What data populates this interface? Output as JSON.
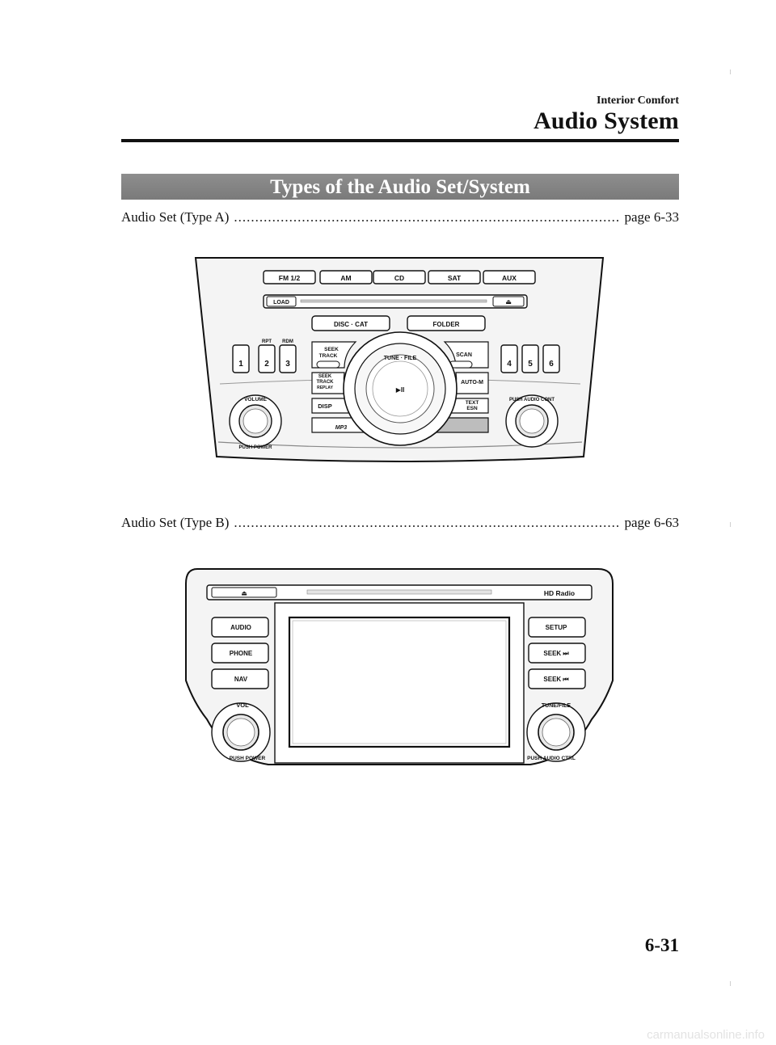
{
  "header": {
    "section": "Interior Comfort",
    "title": "Audio System"
  },
  "banner": {
    "title": "Types of the Audio Set/System"
  },
  "entries": [
    {
      "label": "Audio Set (Type A)",
      "page": "page 6-33"
    },
    {
      "label": "Audio Set (Type B)",
      "page": "page 6-63"
    }
  ],
  "dot_leader": "..................................................................................................................................................................",
  "type_a": {
    "source_buttons": [
      "FM 1/2",
      "AM",
      "CD",
      "SAT",
      "AUX"
    ],
    "load": "LOAD",
    "eject": "⏏",
    "disc_cat": "DISC · CAT",
    "folder": "FOLDER",
    "presets_left": [
      "1",
      "2",
      "3"
    ],
    "preset_labels": [
      "RPT",
      "RDM"
    ],
    "presets_right": [
      "4",
      "5",
      "6"
    ],
    "seek_up": [
      "SEEK",
      "TRACK"
    ],
    "seek_down": [
      "SEEK",
      "TRACK",
      "REPLAY"
    ],
    "scan": "SCAN",
    "auto_m": "AUTO-M",
    "disp": "DISP",
    "text_esn": [
      "TEXT",
      "ESN"
    ],
    "tune_file": "TUNE · FILE",
    "play_pause": "▶II",
    "mp3": "MP3",
    "volume": "VOLUME",
    "push_power": "PUSH POWER",
    "audio_cont": "PUSH AUDIO CONT"
  },
  "type_b": {
    "eject": "⏏",
    "hd_radio": "HD Radio",
    "left_buttons": [
      "AUDIO",
      "PHONE",
      "NAV"
    ],
    "right_buttons": [
      "SETUP",
      "SEEK ⏭",
      "SEEK ⏮"
    ],
    "vol": "VOL",
    "push_power": "PUSH POWER",
    "tune_file": "TUNE/FILE",
    "audio_ctrl": "PUSH AUDIO CTRL"
  },
  "page_number": "6-31",
  "watermark": "carmanualsonline.info"
}
